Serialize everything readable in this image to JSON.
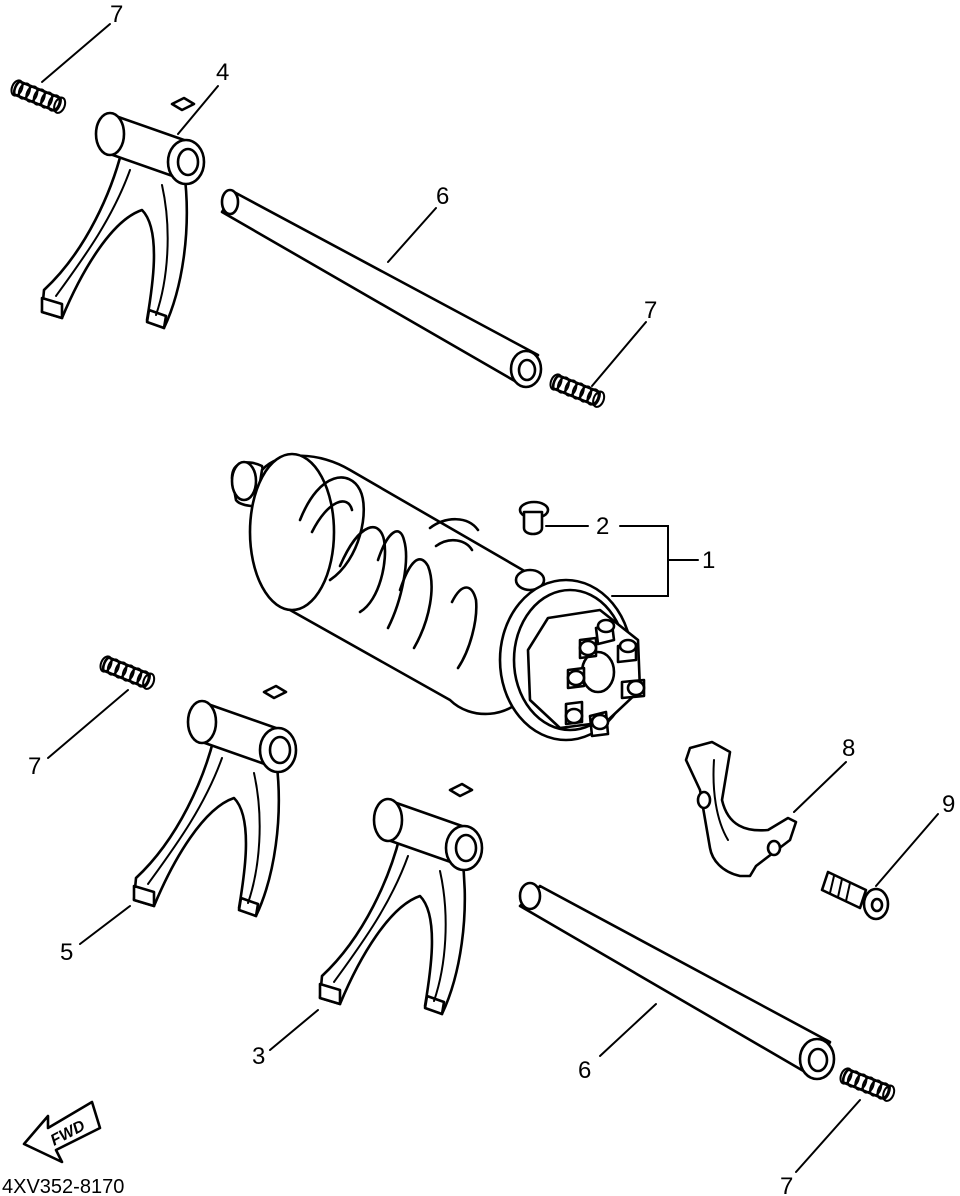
{
  "callouts": {
    "c1": "1",
    "c2": "2",
    "c3": "3",
    "c4": "4",
    "c5": "5",
    "c6_top": "6",
    "c6_bottom": "6",
    "c7_top_left": "7",
    "c7_top_right": "7",
    "c7_mid_left": "7",
    "c7_bottom_right": "7",
    "c8": "8",
    "c9": "9"
  },
  "fwd_label": "FWD",
  "diagram_code": "4XV352-8170",
  "colors": {
    "line": "#000000",
    "background": "#ffffff"
  }
}
